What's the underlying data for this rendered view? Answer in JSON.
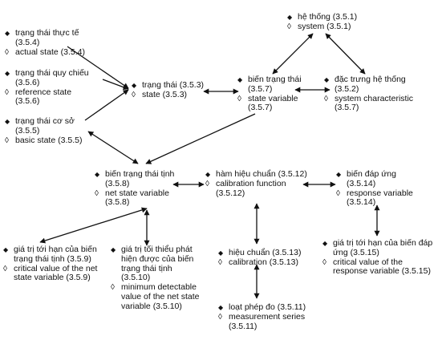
{
  "nodes": {
    "thuc_te": {
      "vi": "trạng thái thực tế",
      "vi_ref": "(3.5.4)",
      "en": "actual state (3.5.4)"
    },
    "quy_chieu": {
      "vi": "trạng thái quy chiếu",
      "vi_ref": "(3.5.6)",
      "en": "reference state",
      "en_ref": "(3.5.6)"
    },
    "co_so": {
      "vi": "trạng thái cơ sở",
      "vi_ref": "(3.5.5)",
      "en": "basic state (3.5.5)"
    },
    "trang_thai": {
      "vi": "trạng thái (3.5.3)",
      "en": "state (3.5.3)"
    },
    "bien_trang_thai": {
      "vi": "biến trạng thái",
      "vi_ref": "(3.5.7)",
      "en": "state variable",
      "en_ref": "(3.5.7)"
    },
    "he_thong": {
      "vi": "hệ thống (3.5.1)",
      "en": "system (3.5.1)"
    },
    "dac_trung": {
      "vi": "đặc trưng hệ thống",
      "vi_ref": "(3.5.2)",
      "en": "system characteristic",
      "en_ref": "(3.5.7)"
    },
    "tinh": {
      "vi": "biến trạng thái tịnh",
      "vi_ref": "(3.5.8)",
      "en": "net state variable",
      "en_ref": "(3.5.8)"
    },
    "ham_hieu_chuan": {
      "vi": "hàm hiệu chuẩn (3.5.12)",
      "en": "calibration function",
      "en_ref": "(3.5.12)"
    },
    "dap_ung": {
      "vi": "biến đáp ứng",
      "vi_ref": "(3.5.14)",
      "en": "response variable",
      "en_ref": "(3.5.14)"
    },
    "gioi_han_tinh": {
      "vi": "giá trị tới hạn của biến",
      "vi_2": "trạng thái tịnh (3.5.9)",
      "en": "critical value of the net",
      "en_2": "state variable (3.5.9)"
    },
    "toi_thieu": {
      "vi": "giá trị tối thiểu phát",
      "vi_2": "hiện được của biến",
      "vi_3": "trạng thái tịnh",
      "vi_4": "(3.5.10)",
      "en": "minimum detectable",
      "en_2": "value of the net state",
      "en_3": "variable (3.5.10)"
    },
    "hieu_chuan": {
      "vi": "hiệu chuẩn (3.5.13)",
      "en": "calibration (3.5.13)"
    },
    "loat": {
      "vi": "loạt phép đo (3.5.11)",
      "en": "measurement series",
      "en_ref": "(3.5.11)"
    },
    "gioi_han_dap_ung": {
      "vi": "giá trị tới hạn của biến đáp",
      "vi_2": "ứng (3.5.15)",
      "en": "critical value of the",
      "en_2": "response variable (3.5.15)"
    }
  }
}
